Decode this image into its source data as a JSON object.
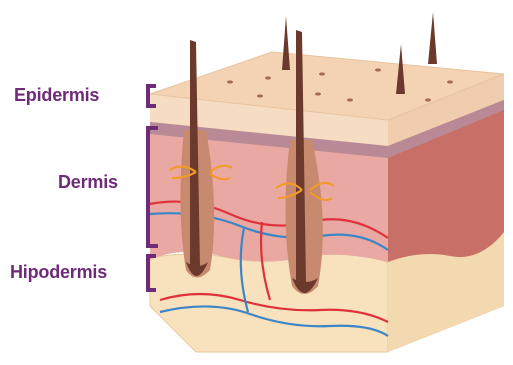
{
  "labels": {
    "epidermis": "Epidermis",
    "dermis": "Dermis",
    "hypodermis": "Hipodermis"
  },
  "colors": {
    "label": "#6e2b78",
    "bracket": "#6e2b78",
    "epidermis_top": "#f3d3b3",
    "epidermis_front": "#f6dcc2",
    "basal_layer": "#b98a95",
    "dermis_front": "#e9a8a2",
    "dermis_right": "#c86f68",
    "hypodermis": "#f7e2bd",
    "hair": "#6b3a2c",
    "gland": "#f39a27",
    "artery": "#e0313b",
    "vein": "#3a86c7"
  }
}
